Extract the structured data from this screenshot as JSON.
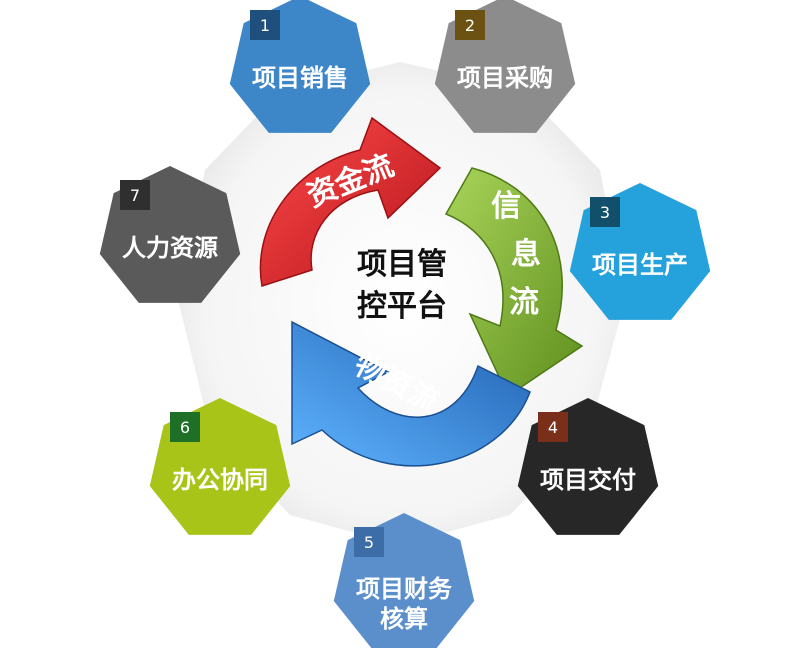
{
  "center": {
    "line1": "项目管",
    "line2": "控平台"
  },
  "flows": {
    "capital": "资金流",
    "info": [
      "信",
      "息",
      "流"
    ],
    "material": "物资流"
  },
  "modules": [
    {
      "number": "1",
      "label": "项目销售",
      "color": "#3d86c8",
      "tab_color": "#1f4f7d"
    },
    {
      "number": "2",
      "label": "项目采购",
      "color": "#8c8c8c",
      "tab_color": "#6b5212"
    },
    {
      "number": "3",
      "label": "项目生产",
      "color": "#25a1dc",
      "tab_color": "#114f6b"
    },
    {
      "number": "4",
      "label": "项目交付",
      "color": "#272727",
      "tab_color": "#7a2f1a"
    },
    {
      "number": "5",
      "label": "项目财务",
      "label2": "核算",
      "color": "#5b8fcb",
      "tab_color": "#3d6da6"
    },
    {
      "number": "6",
      "label": "办公协同",
      "color": "#a9c418",
      "tab_color": "#1f6f26"
    },
    {
      "number": "7",
      "label": "人力资源",
      "color": "#5a5a5a",
      "tab_color": "#2f2f2f"
    }
  ],
  "colors": {
    "capital_arrow": "#e0262b",
    "info_arrow": "#8cbf3c",
    "material_arrow": "#2f86d6",
    "center_disc": "#f2f2f2"
  }
}
